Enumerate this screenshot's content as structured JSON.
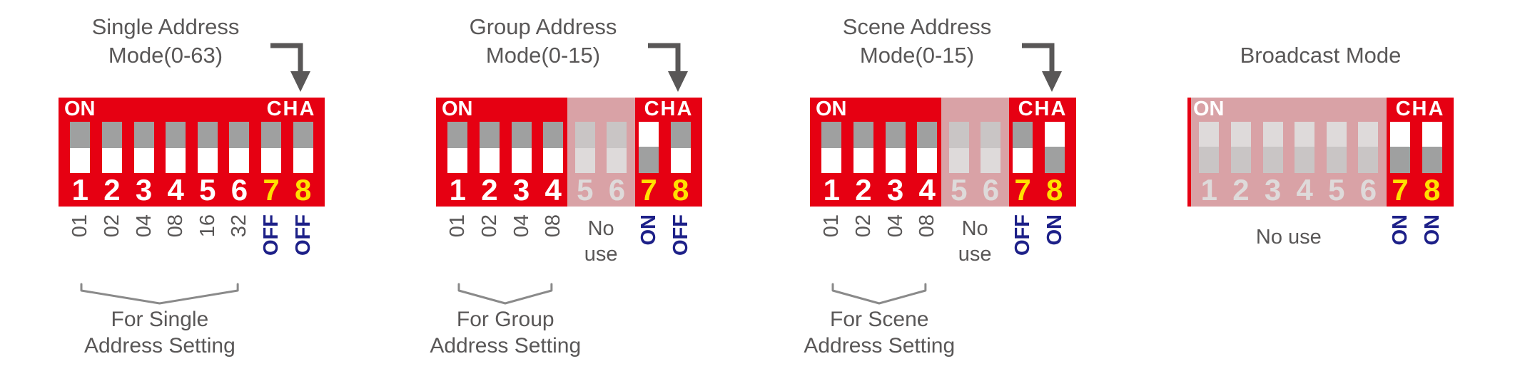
{
  "colors": {
    "red": "#e60012",
    "slot_gray": "#9fa0a0",
    "handle_white": "#ffffff",
    "fade_overlay": "rgba(213,208,208,0.78)",
    "number_white": "#ffffff",
    "number_yellow": "#ffe100",
    "state_blue": "#1d2088",
    "text_gray": "#595757",
    "bracket_gray": "#8a8a8a"
  },
  "panels": [
    {
      "title_lines": [
        "Single Address",
        "Mode(0-63)"
      ],
      "arrow": true,
      "on_label": "ON",
      "cha_label": "CHA",
      "switches": [
        {
          "label": "1",
          "position": "down",
          "faded": false,
          "label_color": "white",
          "sub": {
            "text": "01",
            "style": "gray"
          }
        },
        {
          "label": "2",
          "position": "down",
          "faded": false,
          "label_color": "white",
          "sub": {
            "text": "02",
            "style": "gray"
          }
        },
        {
          "label": "3",
          "position": "down",
          "faded": false,
          "label_color": "white",
          "sub": {
            "text": "04",
            "style": "gray"
          }
        },
        {
          "label": "4",
          "position": "down",
          "faded": false,
          "label_color": "white",
          "sub": {
            "text": "08",
            "style": "gray"
          }
        },
        {
          "label": "5",
          "position": "down",
          "faded": false,
          "label_color": "white",
          "sub": {
            "text": "16",
            "style": "gray"
          }
        },
        {
          "label": "6",
          "position": "down",
          "faded": false,
          "label_color": "white",
          "sub": {
            "text": "32",
            "style": "gray"
          }
        },
        {
          "label": "7",
          "position": "down",
          "faded": false,
          "label_color": "yellow",
          "sub": {
            "text": "OFF",
            "style": "blue"
          }
        },
        {
          "label": "8",
          "position": "down",
          "faded": false,
          "label_color": "yellow",
          "sub": {
            "text": "OFF",
            "style": "blue"
          }
        }
      ],
      "no_use": null,
      "bracket": {
        "from": 1,
        "to": 6,
        "lines": [
          "For Single",
          "Address Setting"
        ]
      }
    },
    {
      "title_lines": [
        "Group Address",
        "Mode(0-15)"
      ],
      "arrow": true,
      "on_label": "ON",
      "cha_label": "CHA",
      "switches": [
        {
          "label": "1",
          "position": "down",
          "faded": false,
          "label_color": "white",
          "sub": {
            "text": "01",
            "style": "gray"
          }
        },
        {
          "label": "2",
          "position": "down",
          "faded": false,
          "label_color": "white",
          "sub": {
            "text": "02",
            "style": "gray"
          }
        },
        {
          "label": "3",
          "position": "down",
          "faded": false,
          "label_color": "white",
          "sub": {
            "text": "04",
            "style": "gray"
          }
        },
        {
          "label": "4",
          "position": "down",
          "faded": false,
          "label_color": "white",
          "sub": {
            "text": "08",
            "style": "gray"
          }
        },
        {
          "label": "5",
          "position": "down",
          "faded": true,
          "label_color": "white",
          "sub": null
        },
        {
          "label": "6",
          "position": "down",
          "faded": true,
          "label_color": "white",
          "sub": null
        },
        {
          "label": "7",
          "position": "up",
          "faded": false,
          "label_color": "yellow",
          "sub": {
            "text": "ON",
            "style": "blue"
          }
        },
        {
          "label": "8",
          "position": "down",
          "faded": false,
          "label_color": "yellow",
          "sub": {
            "text": "OFF",
            "style": "blue"
          }
        }
      ],
      "no_use": {
        "from": 5,
        "to": 6,
        "lines": [
          "No",
          "use"
        ]
      },
      "bracket": {
        "from": 1,
        "to": 4,
        "lines": [
          "For Group",
          "Address Setting"
        ]
      }
    },
    {
      "title_lines": [
        "Scene Address",
        "Mode(0-15)"
      ],
      "arrow": true,
      "on_label": "ON",
      "cha_label": "CHA",
      "switches": [
        {
          "label": "1",
          "position": "down",
          "faded": false,
          "label_color": "white",
          "sub": {
            "text": "01",
            "style": "gray"
          }
        },
        {
          "label": "2",
          "position": "down",
          "faded": false,
          "label_color": "white",
          "sub": {
            "text": "02",
            "style": "gray"
          }
        },
        {
          "label": "3",
          "position": "down",
          "faded": false,
          "label_color": "white",
          "sub": {
            "text": "04",
            "style": "gray"
          }
        },
        {
          "label": "4",
          "position": "down",
          "faded": false,
          "label_color": "white",
          "sub": {
            "text": "08",
            "style": "gray"
          }
        },
        {
          "label": "5",
          "position": "down",
          "faded": true,
          "label_color": "white",
          "sub": null
        },
        {
          "label": "6",
          "position": "down",
          "faded": true,
          "label_color": "white",
          "sub": null
        },
        {
          "label": "7",
          "position": "down",
          "faded": false,
          "label_color": "yellow",
          "sub": {
            "text": "OFF",
            "style": "blue"
          }
        },
        {
          "label": "8",
          "position": "up",
          "faded": false,
          "label_color": "yellow",
          "sub": {
            "text": "ON",
            "style": "blue"
          }
        }
      ],
      "no_use": {
        "from": 5,
        "to": 6,
        "lines": [
          "No",
          "use"
        ]
      },
      "bracket": {
        "from": 1,
        "to": 4,
        "lines": [
          "For Scene",
          "Address Setting"
        ]
      }
    },
    {
      "title_lines": [
        "Broadcast Mode"
      ],
      "arrow": false,
      "on_label": "ON",
      "cha_label": "CHA",
      "switches": [
        {
          "label": "1",
          "position": "up",
          "faded": true,
          "label_color": "white",
          "sub": null
        },
        {
          "label": "2",
          "position": "up",
          "faded": true,
          "label_color": "white",
          "sub": null
        },
        {
          "label": "3",
          "position": "up",
          "faded": true,
          "label_color": "white",
          "sub": null
        },
        {
          "label": "4",
          "position": "up",
          "faded": true,
          "label_color": "white",
          "sub": null
        },
        {
          "label": "5",
          "position": "up",
          "faded": true,
          "label_color": "white",
          "sub": null
        },
        {
          "label": "6",
          "position": "up",
          "faded": true,
          "label_color": "white",
          "sub": null
        },
        {
          "label": "7",
          "position": "up",
          "faded": false,
          "label_color": "yellow",
          "sub": {
            "text": "ON",
            "style": "blue"
          }
        },
        {
          "label": "8",
          "position": "up",
          "faded": false,
          "label_color": "yellow",
          "sub": {
            "text": "ON",
            "style": "blue"
          }
        }
      ],
      "no_use": {
        "from": 1,
        "to": 6,
        "lines": [
          "No use"
        ]
      },
      "bracket": null
    }
  ]
}
